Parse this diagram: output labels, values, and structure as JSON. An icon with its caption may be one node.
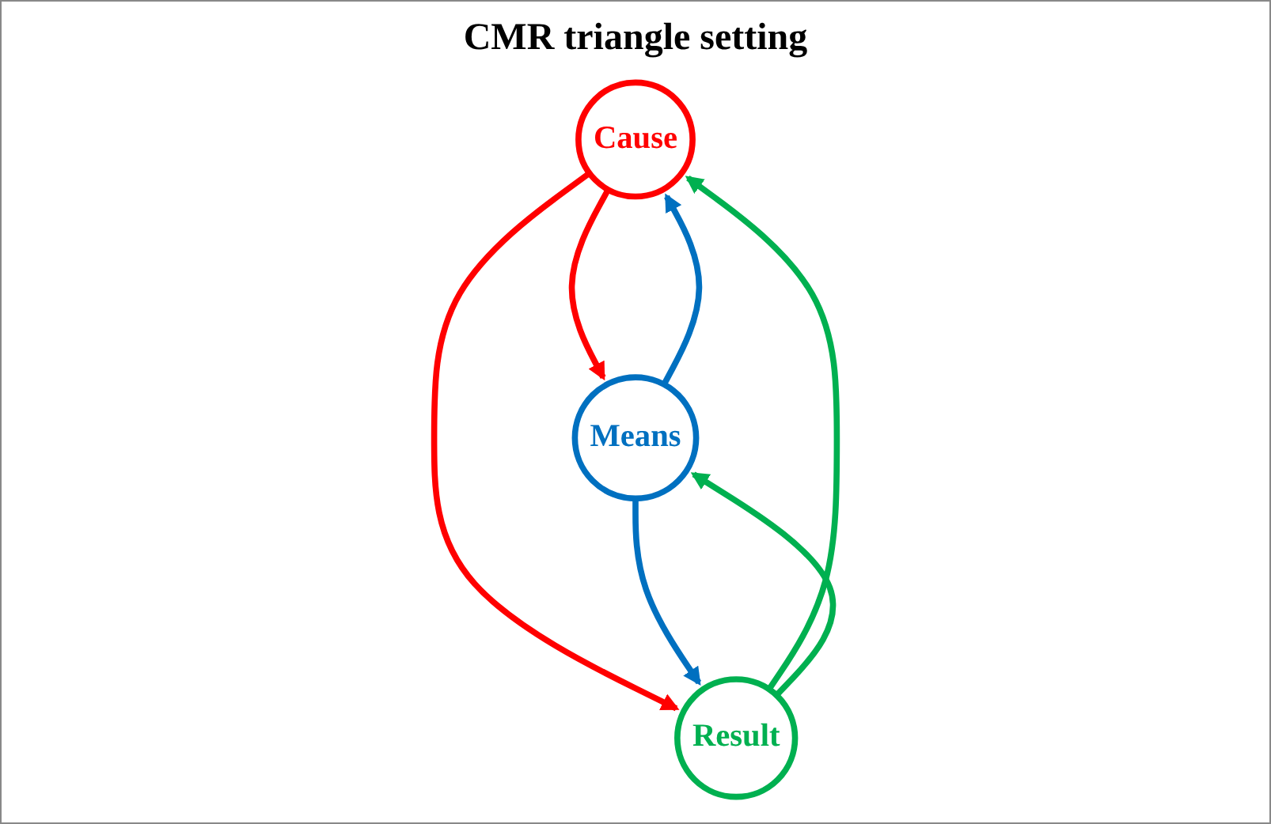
{
  "diagram": {
    "title": "CMR triangle setting",
    "nodes": [
      {
        "text": [
          "Cause"
        ]
      },
      {
        "text": [
          "Means"
        ]
      },
      {
        "text": [
          "Result"
        ]
      }
    ],
    "edges": [
      {
        "from": 0,
        "to": 1,
        "arrow": "to",
        "color": "#ff0000"
      },
      {
        "from": 1,
        "to": 0,
        "arrow": "to",
        "color": "#0070c0"
      },
      {
        "from": 2,
        "to": 0,
        "arrow": "to",
        "color": "#00b050"
      },
      {
        "from": 0,
        "to": 2,
        "arrow": "to",
        "color": "#ff0000"
      },
      {
        "from": 2,
        "to": 1,
        "arrow": "to",
        "color": "#00b050"
      },
      {
        "from": 1,
        "to": 2,
        "arrow": "to",
        "color": "#0070c0"
      }
    ]
  }
}
